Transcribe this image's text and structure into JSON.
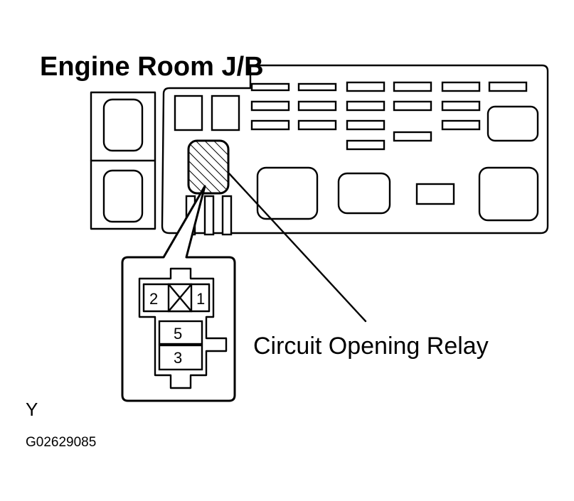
{
  "diagram": {
    "title": "Engine Room J/B",
    "callout_label": "Circuit Opening Relay",
    "connector": {
      "pins": {
        "pin_2": "2",
        "pin_1": "1",
        "pin_5": "5",
        "pin_3": "3"
      }
    },
    "corner_mark": "Y",
    "figure_code": "G02629085"
  }
}
